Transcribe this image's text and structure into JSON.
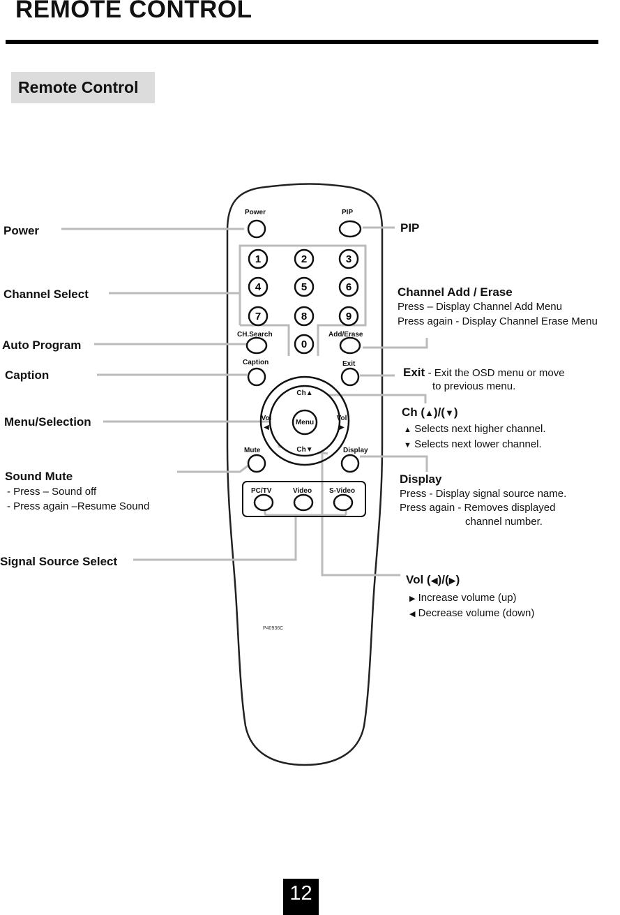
{
  "header": {
    "title": "REMOTE CONTROL",
    "section": "Remote Control"
  },
  "labels": {
    "power": "Power",
    "channel_select": "Channel Select",
    "auto_program": "Auto Program",
    "caption": "Caption",
    "menu_selection": "Menu/Selection",
    "sound_mute": {
      "title": "Sound Mute",
      "lines": [
        "- Press – Sound off",
        "- Press again –Resume Sound"
      ]
    },
    "signal_source": "Signal Source Select",
    "pip": "PIP",
    "channel_add_erase": {
      "title": "Channel Add / Erase",
      "lines": [
        "Press – Display Channel Add Menu",
        "Press again - Display Channel Erase Menu"
      ]
    },
    "exit": {
      "title": "Exit",
      "line1": "- Exit the OSD menu or move",
      "line2": "to previous menu."
    },
    "ch": {
      "title_prefix": "Ch (",
      "title_mid": ")/(",
      "title_suffix": ")",
      "up": "Selects next higher channel.",
      "down": "Selects next lower channel."
    },
    "display": {
      "title": "Display",
      "lines": [
        "Press - Display signal source name.",
        "Press again - Removes displayed",
        "channel number."
      ]
    },
    "vol": {
      "title_prefix": "Vol (",
      "title_mid": ")/(",
      "title_suffix": ")",
      "increase": "Increase volume (up)",
      "decrease": "Decrease volume (down)"
    }
  },
  "remote": {
    "power": "Power",
    "pip": "PIP",
    "digits": [
      "1",
      "2",
      "3",
      "4",
      "5",
      "6",
      "7",
      "8",
      "9",
      "0"
    ],
    "ch_search": "CH.Search",
    "add_erase": "Add/Erase",
    "caption": "Caption",
    "exit": "Exit",
    "ch_up": "Ch▲",
    "ch_down": "Ch▼",
    "vol": "Vol",
    "menu": "Menu",
    "mute": "Mute",
    "display": "Display",
    "pc_tv": "PC/TV",
    "video": "Video",
    "s_video": "S-Video",
    "model": "P40936C"
  },
  "footer": {
    "page_number": "12"
  },
  "colors": {
    "accent": "#000000",
    "section_bg": "#dcdcdc",
    "leader": "#bbbbbb"
  }
}
